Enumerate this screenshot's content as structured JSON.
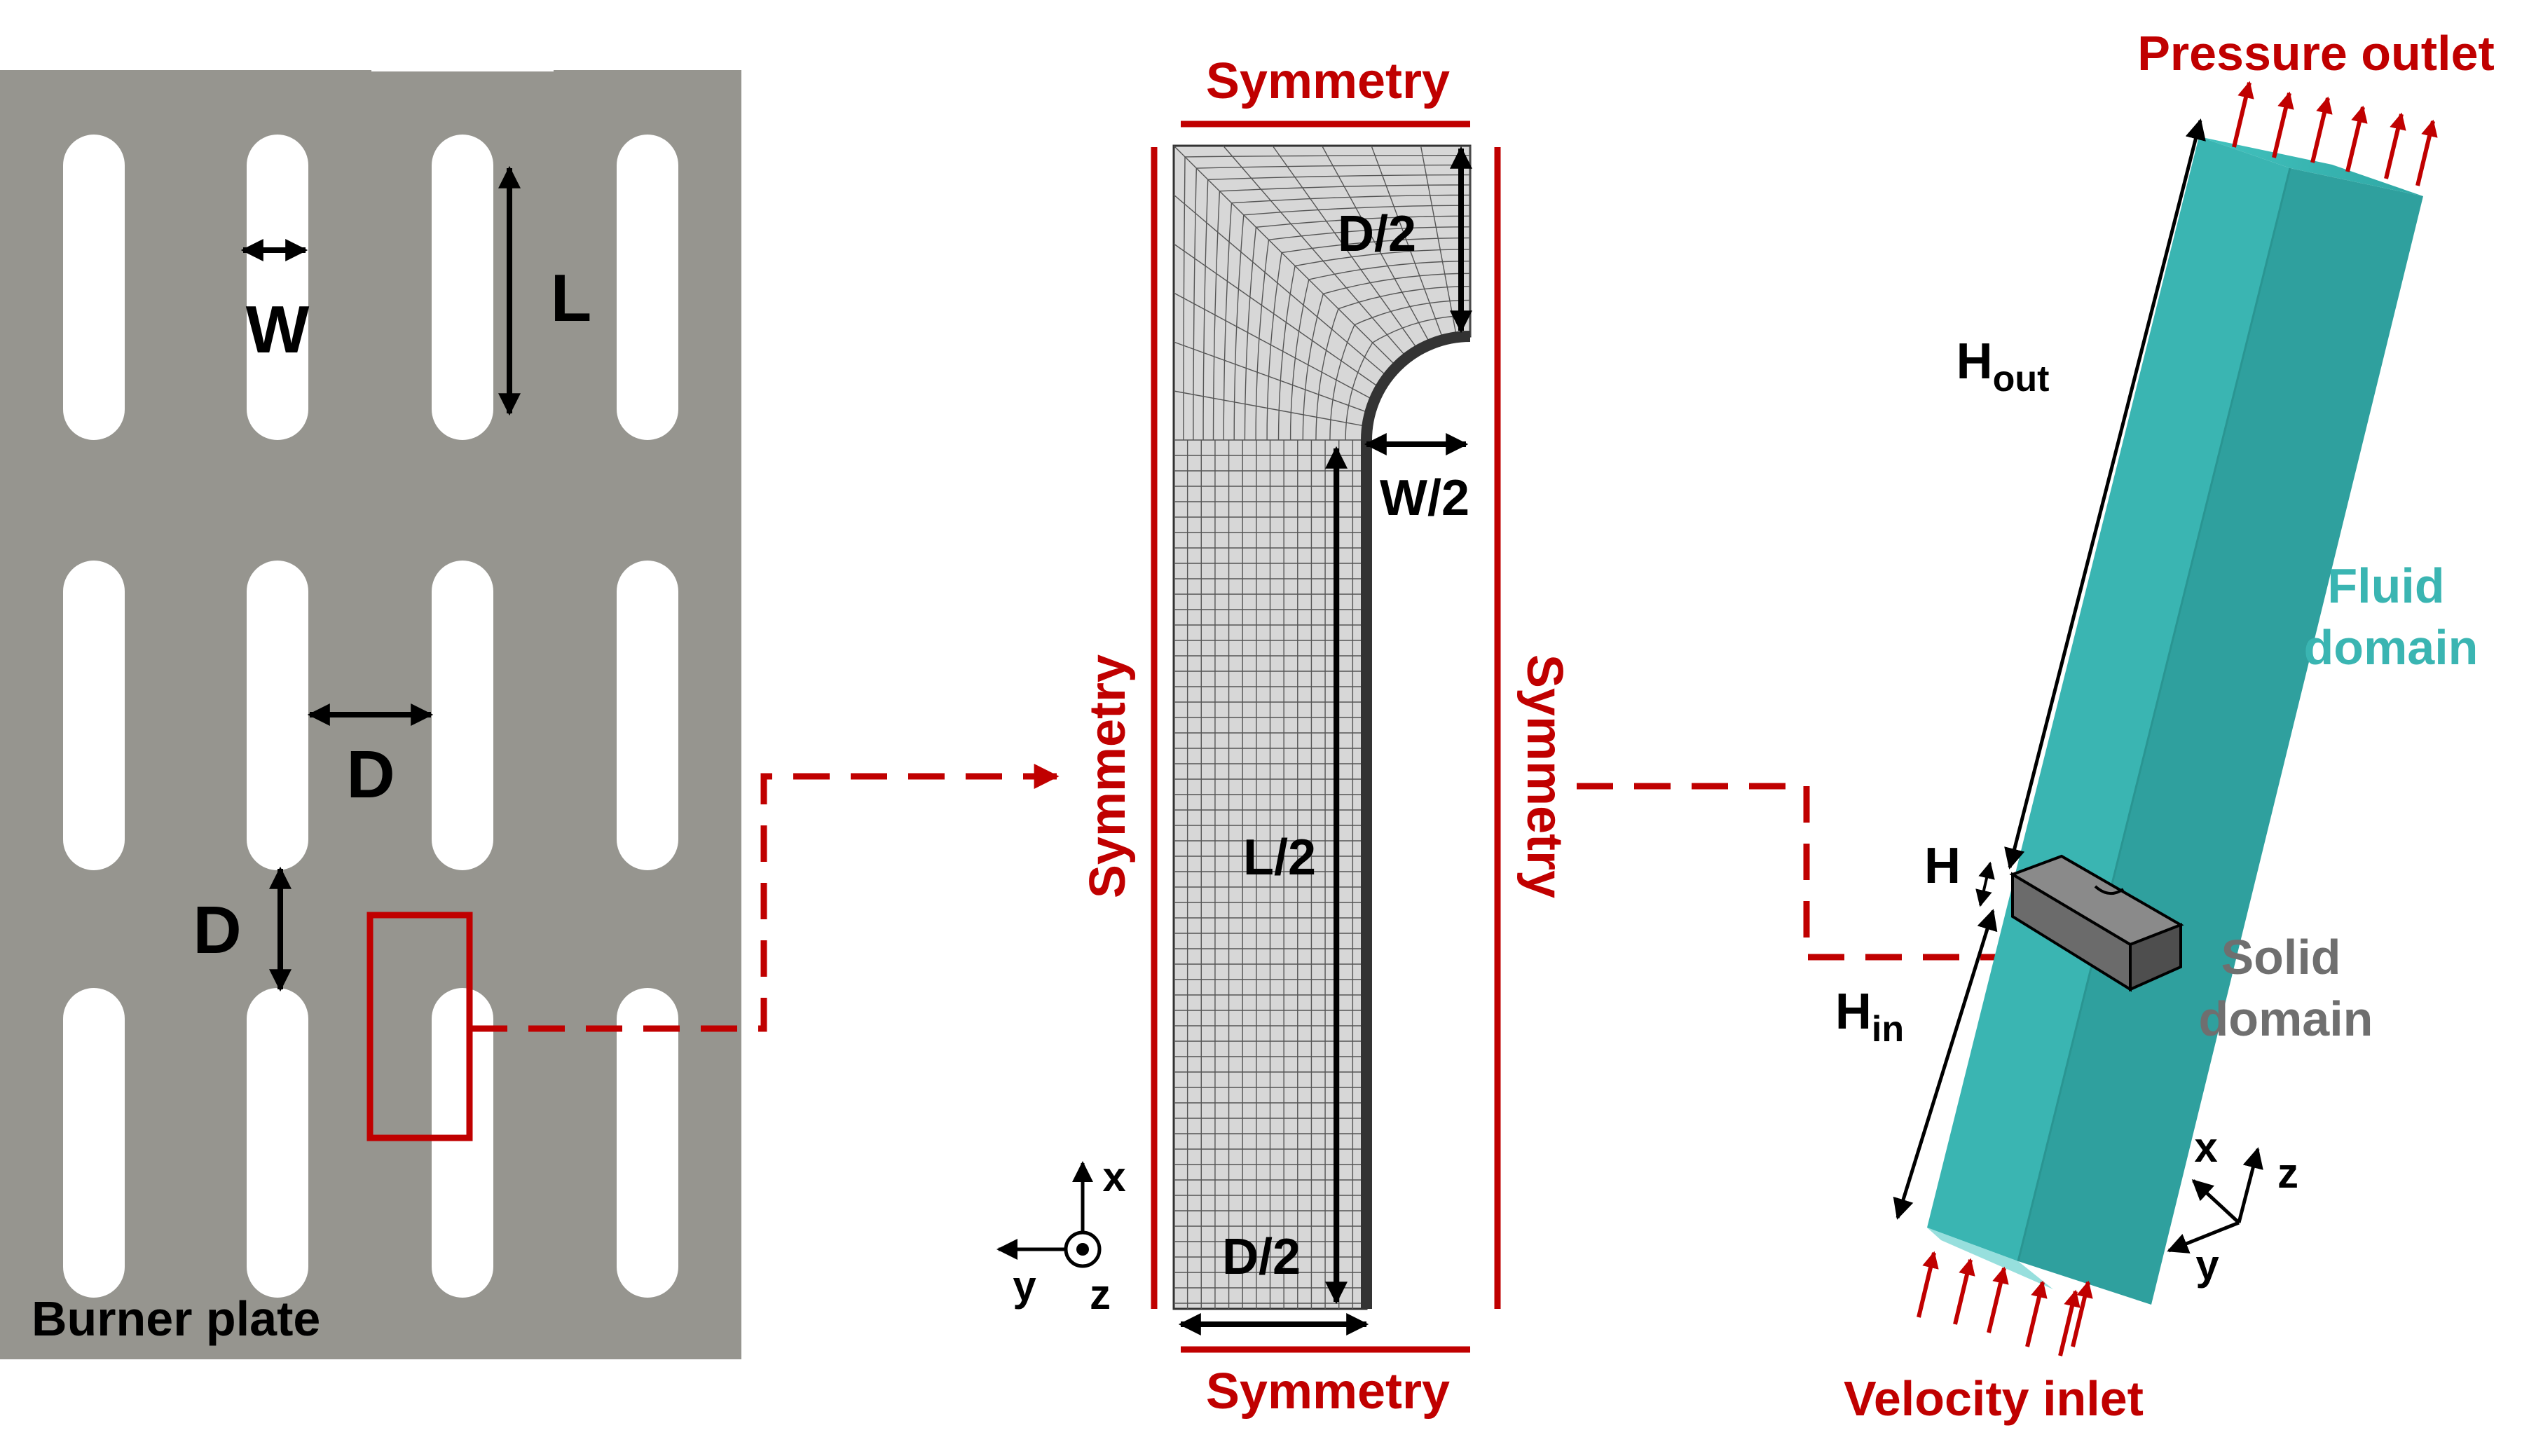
{
  "colors": {
    "plate": "#96958f",
    "slot": "#ffffff",
    "accent_red": "#c00000",
    "fluid_teal": "#3bb8b5",
    "solid_gray": "#6f6f6f",
    "mesh_fill": "#d7d7d7",
    "arrow_black": "#000000"
  },
  "burner_plate": {
    "caption": "Burner plate",
    "dim_W": "W",
    "dim_L": "L",
    "dim_D_horizontal": "D",
    "dim_D_vertical": "D"
  },
  "mesh_domain": {
    "symmetry_top": "Symmetry",
    "symmetry_bottom": "Symmetry",
    "symmetry_left": "Symmetry",
    "symmetry_right": "Symmetry",
    "dim_D_half_top": "D/2",
    "dim_W_half": "W/2",
    "dim_L_half": "L/2",
    "dim_D_half_bottom": "D/2",
    "axes": {
      "x": "x",
      "y": "y",
      "z": "z"
    }
  },
  "computational_domain": {
    "pressure_outlet": "Pressure outlet",
    "velocity_inlet": "Velocity inlet",
    "fluid_label_line1": "Fluid",
    "fluid_label_line2": "domain",
    "solid_label_line1": "Solid",
    "solid_label_line2": "domain",
    "dim_H_out_main": "H",
    "dim_H_out_sub": "out",
    "dim_H": "H",
    "dim_H_in_main": "H",
    "dim_H_in_sub": "in",
    "axes": {
      "x": "x",
      "y": "y",
      "z": "z"
    }
  }
}
